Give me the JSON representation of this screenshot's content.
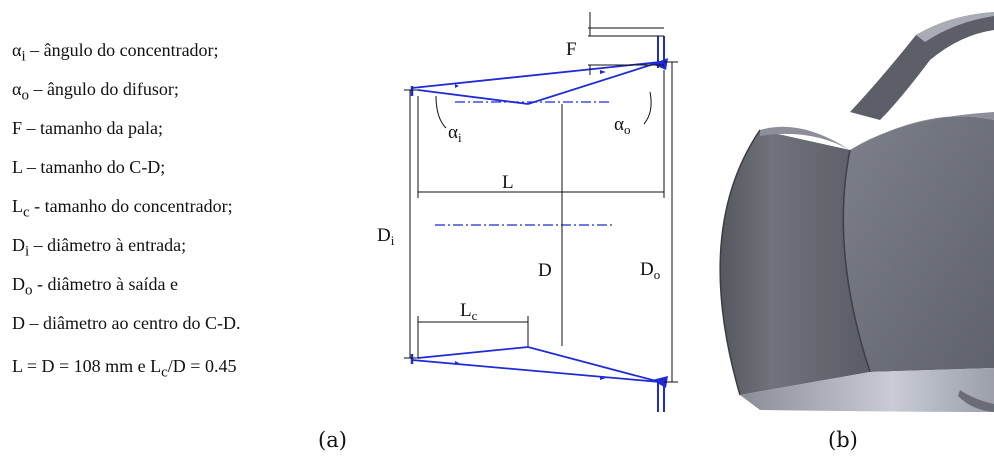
{
  "legend": [
    {
      "sym": "α",
      "sub": "i",
      "text": " – ângulo do concentrador;"
    },
    {
      "sym": "α",
      "sub": "o",
      "text": " – ângulo do difusor;"
    },
    {
      "sym": "F",
      "sub": "",
      "text": " – tamanho da pala;"
    },
    {
      "sym": "L",
      "sub": "",
      "text": " – tamanho do C-D;"
    },
    {
      "sym": "L",
      "sub": "c",
      "text": " - tamanho do concentrador;"
    },
    {
      "sym": "D",
      "sub": "i",
      "text": " – diâmetro à entrada;"
    },
    {
      "sym": "D",
      "sub": "o",
      "text": " - diâmetro à saída e"
    },
    {
      "sym": "D",
      "sub": "",
      "text": " – diâmetro ao centro do C-D."
    }
  ],
  "formula": {
    "pre": "L = D = 108 mm e L",
    "sub": "c",
    "post": "/D = 0.45"
  },
  "labels": {
    "F": "F",
    "L": "L",
    "D": "D",
    "Lc": "L",
    "Lc_sub": "c",
    "Di": "D",
    "Di_sub": "i",
    "Do": "D",
    "Do_sub": "o",
    "ai": "α",
    "ai_sub": "i",
    "ao": "α",
    "ao_sub": "o"
  },
  "panels": {
    "a": "(a)",
    "b": "(b)"
  },
  "colors": {
    "drawing_blue": "#1f2bd6",
    "line_black": "#111111",
    "metal_dark": "#4a4d58",
    "metal_light": "#b9bcc6"
  }
}
